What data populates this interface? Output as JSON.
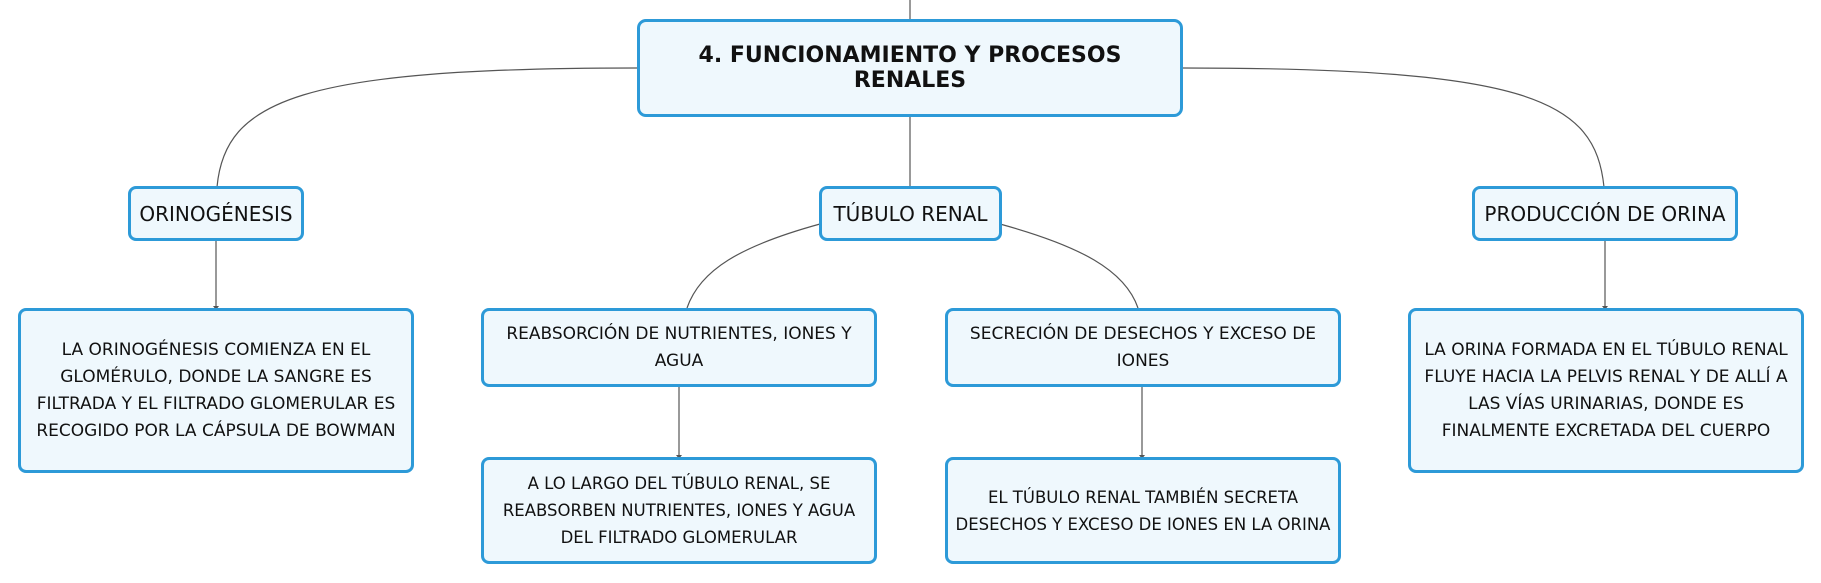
{
  "diagram": {
    "root": {
      "label": "4. FUNCIONAMIENTO Y PROCESOS RENALES"
    },
    "branches": [
      {
        "label": "ORINOGÉNESIS",
        "children": [
          {
            "label": "LA ORINOGÉNESIS COMIENZA EN EL GLOMÉRULO, DONDE LA SANGRE ES FILTRADA Y EL FILTRADO GLOMERULAR ES RECOGIDO POR LA CÁPSULA DE BOWMAN"
          }
        ]
      },
      {
        "label": "TÚBULO RENAL",
        "children": [
          {
            "label": "REABSORCIÓN DE NUTRIENTES, IONES Y AGUA",
            "children": [
              {
                "label": "A LO LARGO DEL TÚBULO RENAL, SE REABSORBEN NUTRIENTES, IONES Y AGUA DEL FILTRADO GLOMERULAR"
              }
            ]
          },
          {
            "label": "SECRECIÓN DE DESECHOS Y EXCESO DE IONES",
            "children": [
              {
                "label": "EL TÚBULO RENAL TAMBIÉN SECRETA DESECHOS Y EXCESO DE IONES EN LA ORINA"
              }
            ]
          }
        ]
      },
      {
        "label": "PRODUCCIÓN DE ORINA",
        "children": [
          {
            "label": "LA ORINA FORMADA EN EL TÚBULO RENAL FLUYE HACIA LA PELVIS RENAL Y DE ALLÍ A LAS VÍAS URINARIAS, DONDE ES FINALMENTE EXCRETADA DEL CUERPO"
          }
        ]
      }
    ]
  },
  "colors": {
    "node_border": "#2d9ad8",
    "node_fill": "#eff8fd",
    "connector": "#555555",
    "text": "#111111"
  }
}
